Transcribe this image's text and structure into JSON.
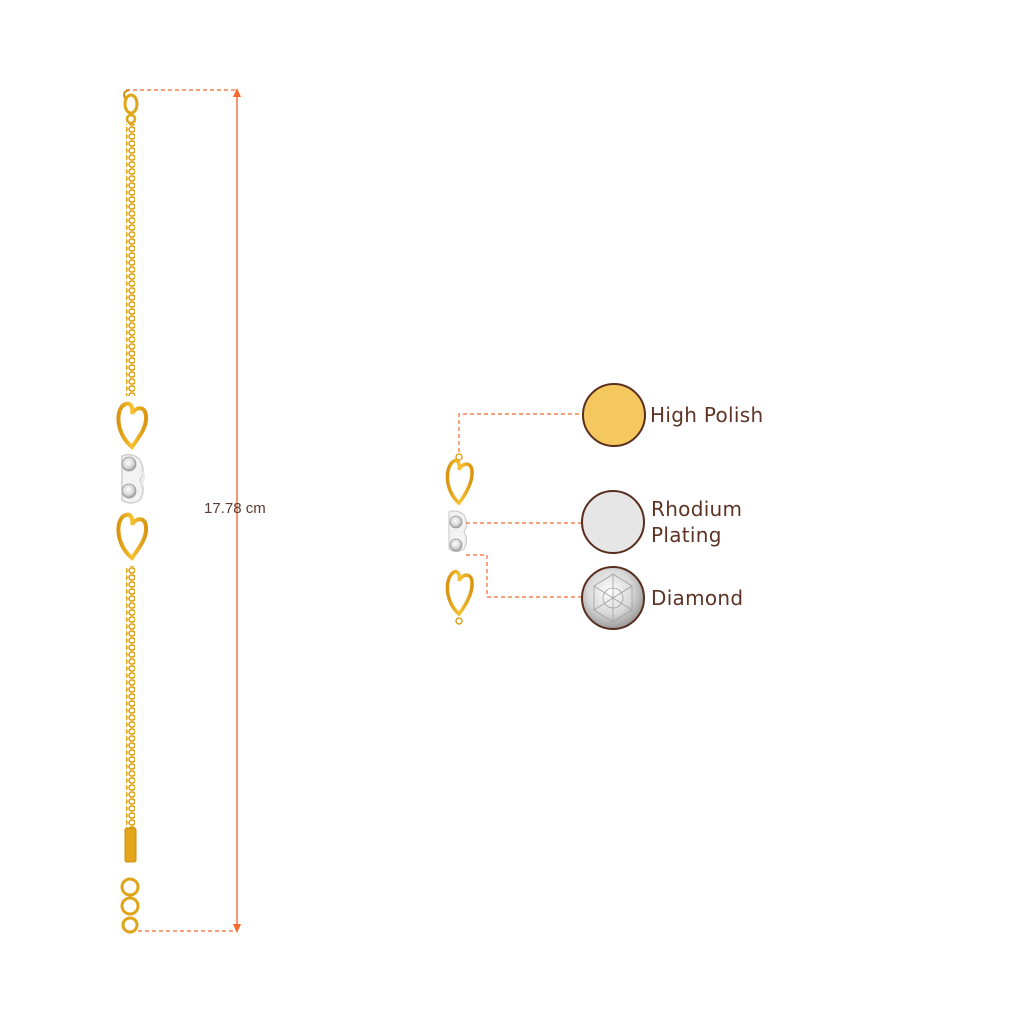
{
  "measurement": {
    "length_label": "17.78 cm",
    "dimension_color": "#f26a2e"
  },
  "finishes": [
    {
      "id": "high-polish",
      "lines": [
        "High Polish"
      ],
      "swatch": "#f5c85f"
    },
    {
      "id": "rhodium-plating",
      "lines": [
        "Rhodium",
        "Plating"
      ],
      "swatch": "#e6e6e6"
    },
    {
      "id": "diamond",
      "lines": [
        "Diamond"
      ],
      "swatch": "#cfcfcf"
    }
  ],
  "colors": {
    "gold": "#f0b323",
    "gold_dark": "#d9950f",
    "swatch_border": "#5a2e1e",
    "text": "#5c3324"
  }
}
